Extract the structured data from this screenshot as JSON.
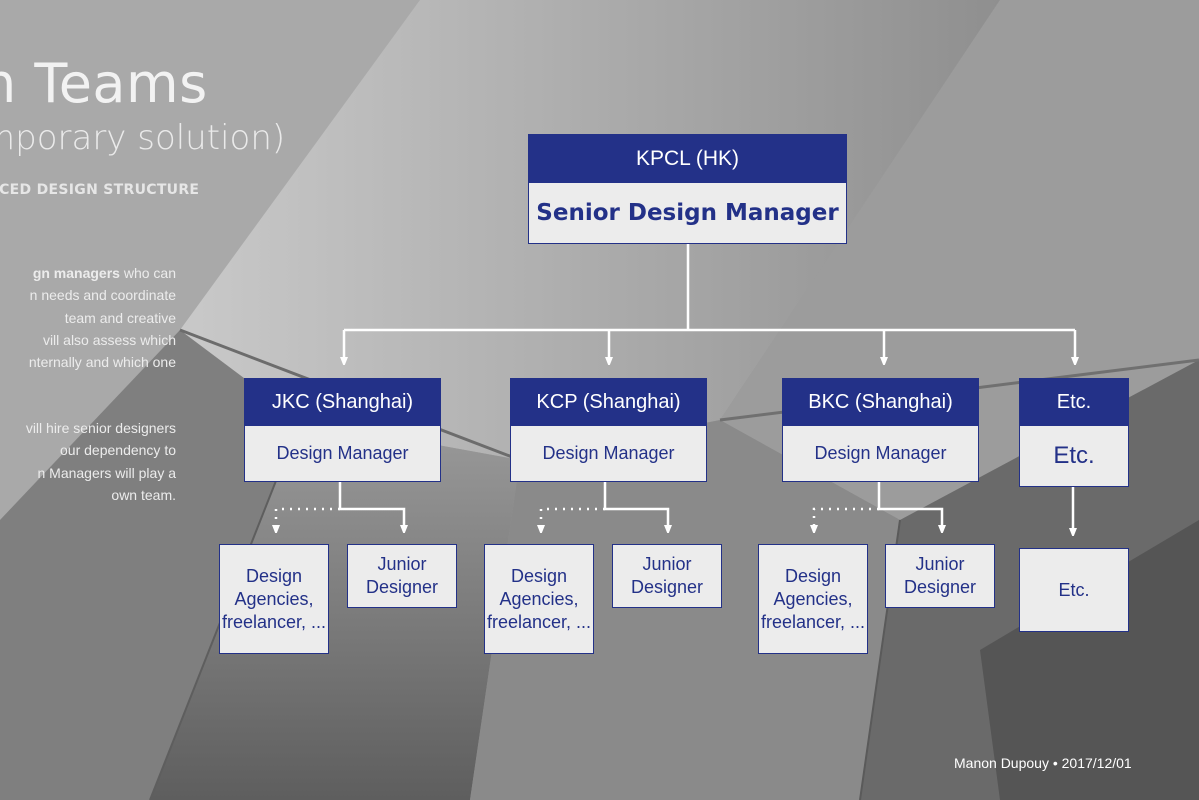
{
  "slide": {
    "title": "n Teams",
    "subtitle": "mporary solution)",
    "section_heading": "RCED DESIGN STRUCTURE",
    "paragraph1": [
      {
        "bold": "gn managers",
        "rest": " who can"
      },
      {
        "bold": "",
        "rest": "n needs and coordinate"
      },
      {
        "bold": "",
        "rest": "team     and     creative"
      },
      {
        "bold": "",
        "rest": "vill  also  assess  which"
      },
      {
        "bold": "",
        "rest": "nternally and which one"
      }
    ],
    "paragraph2": [
      "vill hire senior designers",
      "our   dependency    to",
      "n Managers will play a",
      "own team."
    ],
    "footer": "Manon Dupouy • 2017/12/01"
  },
  "org_chart": {
    "root": {
      "entity": "KPCL (HK)",
      "role": "Senior Design Manager"
    },
    "branches": [
      {
        "entity": "JKC (Shanghai)",
        "role": "Design Manager",
        "external": "Design Agencies, freelancer, ...",
        "junior": "Junior Designer"
      },
      {
        "entity": "KCP (Shanghai)",
        "role": "Design Manager",
        "external": "Design Agencies, freelancer, ...",
        "junior": "Junior Designer"
      },
      {
        "entity": "BKC (Shanghai)",
        "role": "Design Manager",
        "external": "Design Agencies, freelancer, ...",
        "junior": "Junior Designer"
      },
      {
        "entity": "Etc.",
        "role": "Etc.",
        "child": "Etc."
      }
    ]
  },
  "colors": {
    "header_blue": "#233188",
    "box_fill": "#ececec",
    "connector": "#ffffff"
  }
}
